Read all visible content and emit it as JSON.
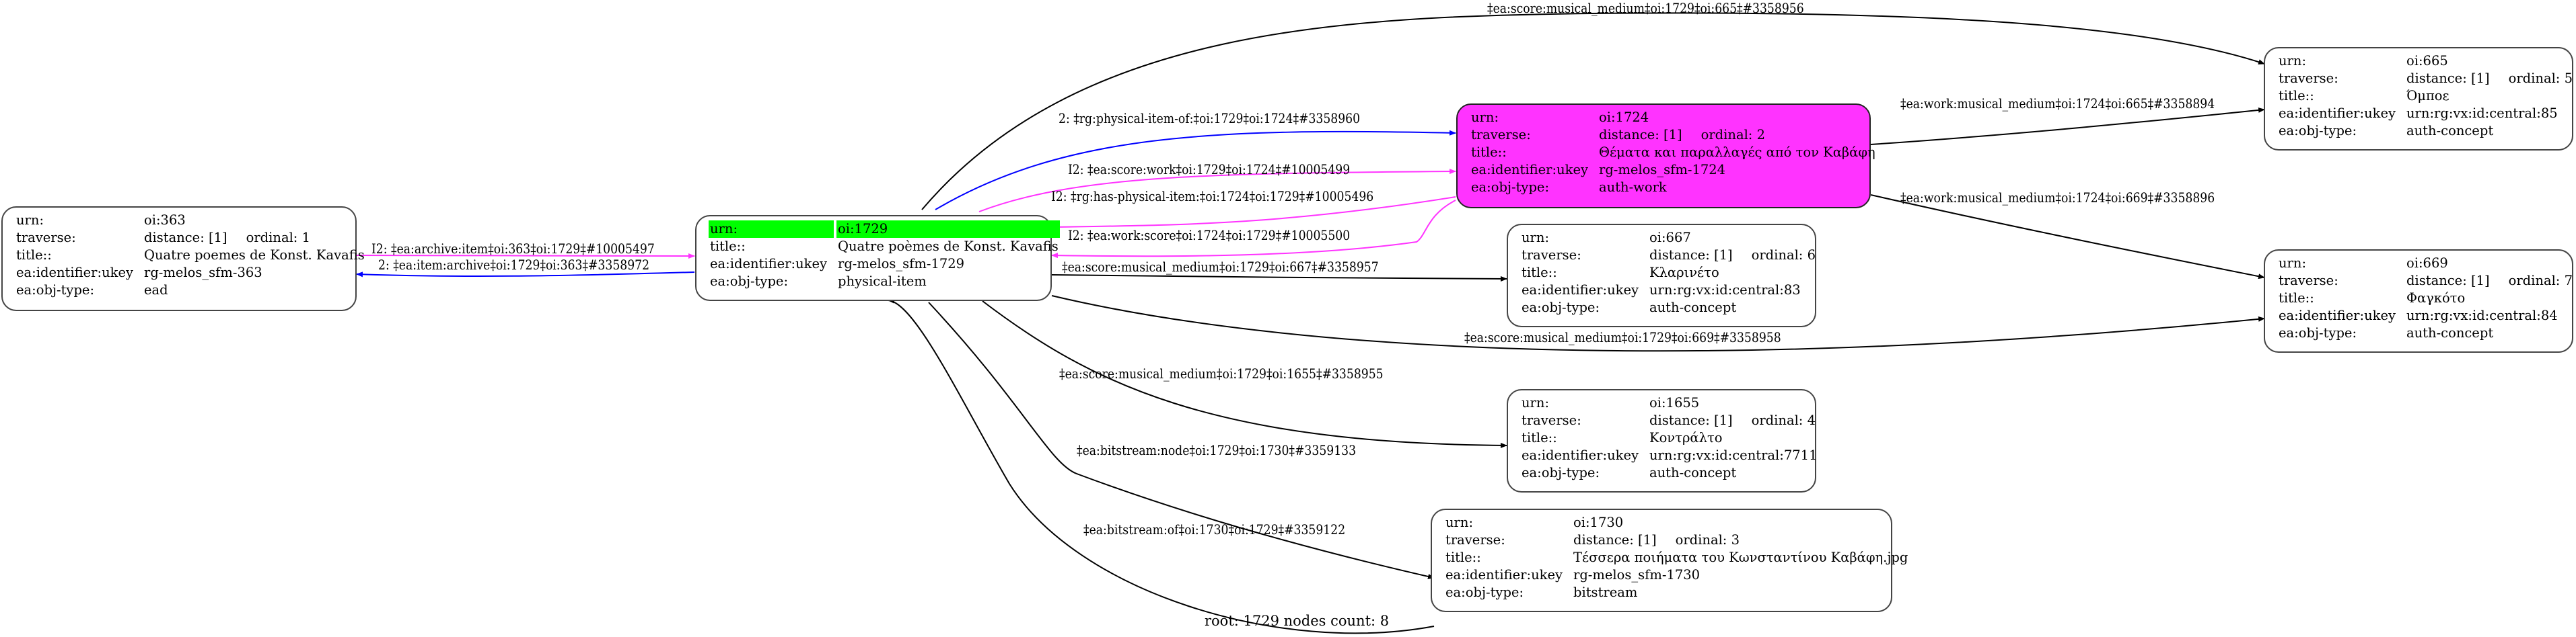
{
  "colors": {
    "root_highlight": "#00ff00",
    "work_node_fill": "#ff33ff",
    "edge_blue": "#0000ff",
    "edge_magenta": "#ff33ff",
    "edge_black": "#000000"
  },
  "field_labels": {
    "urn": "urn:",
    "traverse": "traverse:",
    "title": "title::",
    "ukey": "ea:identifier:ukey",
    "objtype": "ea:obj-type:"
  },
  "nodes": {
    "n363": {
      "urn": "oi:363",
      "distance": "distance: [1]",
      "ordinal": "ordinal: 1",
      "title": "Quatre poemes de Konst. Kavafis",
      "ukey": "rg-melos_sfm-363",
      "objtype": "ead"
    },
    "n1729": {
      "urn": "oi:1729",
      "title": "Quatre poèmes de Konst. Kavafis",
      "ukey": "rg-melos_sfm-1729",
      "objtype": "physical-item"
    },
    "n1724": {
      "urn": "oi:1724",
      "distance": "distance: [1]",
      "ordinal": "ordinal: 2",
      "title": "Θέματα και παραλλαγές από τον Καβάφη",
      "ukey": "rg-melos_sfm-1724",
      "objtype": "auth-work"
    },
    "n667": {
      "urn": "oi:667",
      "distance": "distance: [1]",
      "ordinal": "ordinal: 6",
      "title": "Κλαρινέτο",
      "ukey": "urn:rg:vx:id:central:83",
      "objtype": "auth-concept"
    },
    "n1655": {
      "urn": "oi:1655",
      "distance": "distance: [1]",
      "ordinal": "ordinal: 4",
      "title": "Κοντράλτο",
      "ukey": "urn:rg:vx:id:central:7711",
      "objtype": "auth-concept"
    },
    "n1730": {
      "urn": "oi:1730",
      "distance": "distance: [1]",
      "ordinal": "ordinal: 3",
      "title": "Τέσσερα ποιήματα του Κωνσταντίνου Καβάφη.jpg",
      "ukey": "rg-melos_sfm-1730",
      "objtype": "bitstream"
    },
    "n665": {
      "urn": "oi:665",
      "distance": "distance: [1]",
      "ordinal": "ordinal: 5",
      "title": "Όμποε",
      "ukey": "urn:rg:vx:id:central:85",
      "objtype": "auth-concept"
    },
    "n669": {
      "urn": "oi:669",
      "distance": "distance: [1]",
      "ordinal": "ordinal: 7",
      "title": "Φαγκότο",
      "ukey": "urn:rg:vx:id:central:84",
      "objtype": "auth-concept"
    }
  },
  "edges": [
    {
      "from": "n363",
      "to": "n1729",
      "color": "magenta",
      "label": "I2: ‡ea:archive:item‡oi:363‡oi:1729‡#10005497"
    },
    {
      "from": "n1729",
      "to": "n363",
      "color": "blue",
      "label": "2: ‡ea:item:archive‡oi:1729‡oi:363‡#3358972"
    },
    {
      "from": "n1729",
      "to": "n1724",
      "color": "blue",
      "label": "2: ‡rg:physical-item-of:‡oi:1729‡oi:1724‡#3358960"
    },
    {
      "from": "n1729",
      "to": "n1724",
      "color": "magenta",
      "label": "I2: ‡ea:score:work‡oi:1729‡oi:1724‡#10005499"
    },
    {
      "from": "n1724",
      "to": "n1729",
      "color": "magenta",
      "label": "I2: ‡rg:has-physical-item:‡oi:1724‡oi:1729‡#10005496"
    },
    {
      "from": "n1724",
      "to": "n1729",
      "color": "magenta",
      "label": "I2: ‡ea:work:score‡oi:1724‡oi:1729‡#10005500"
    },
    {
      "from": "n1729",
      "to": "n665",
      "color": "black",
      "label": "‡ea:score:musical_medium‡oi:1729‡oi:665‡#3358956"
    },
    {
      "from": "n1729",
      "to": "n667",
      "color": "black",
      "label": "‡ea:score:musical_medium‡oi:1729‡oi:667‡#3358957"
    },
    {
      "from": "n1729",
      "to": "n669",
      "color": "black",
      "label": "‡ea:score:musical_medium‡oi:1729‡oi:669‡#3358958"
    },
    {
      "from": "n1729",
      "to": "n1655",
      "color": "black",
      "label": "‡ea:score:musical_medium‡oi:1729‡oi:1655‡#3358955"
    },
    {
      "from": "n1729",
      "to": "n1730",
      "color": "black",
      "label": "‡ea:bitstream:node‡oi:1729‡oi:1730‡#3359133"
    },
    {
      "from": "n1730",
      "to": "n1729",
      "color": "black",
      "label": "‡ea:bitstream:of‡oi:1730‡oi:1729‡#3359122"
    },
    {
      "from": "n1724",
      "to": "n665",
      "color": "black",
      "label": "‡ea:work:musical_medium‡oi:1724‡oi:665‡#3358894"
    },
    {
      "from": "n1724",
      "to": "n669",
      "color": "black",
      "label": "‡ea:work:musical_medium‡oi:1724‡oi:669‡#3358896"
    }
  ],
  "footer": "root: 1729 nodes count: 8"
}
